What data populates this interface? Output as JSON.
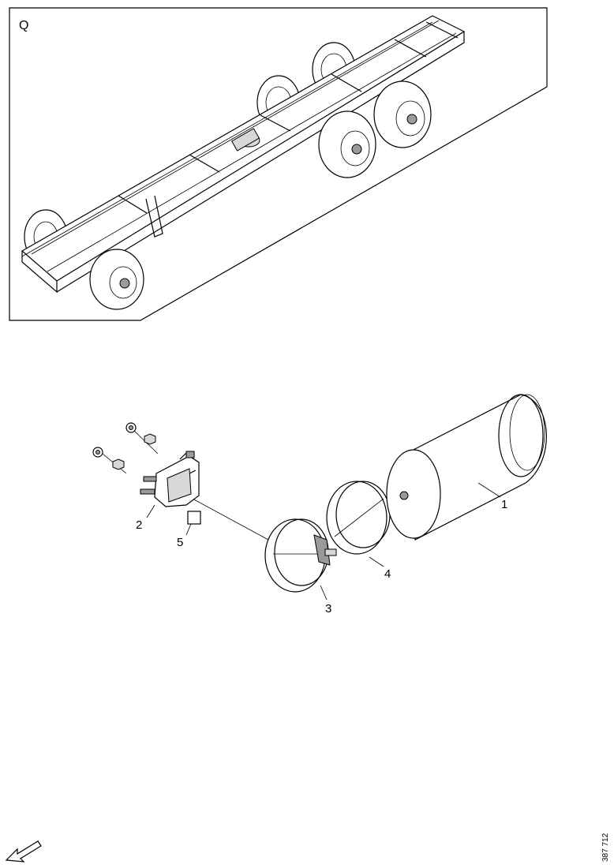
{
  "inset": {
    "label": "Q"
  },
  "callouts": {
    "item1": "1",
    "item2": "2",
    "item3": "3",
    "item4": "4",
    "item5": "5"
  },
  "reference_number": "387 712"
}
